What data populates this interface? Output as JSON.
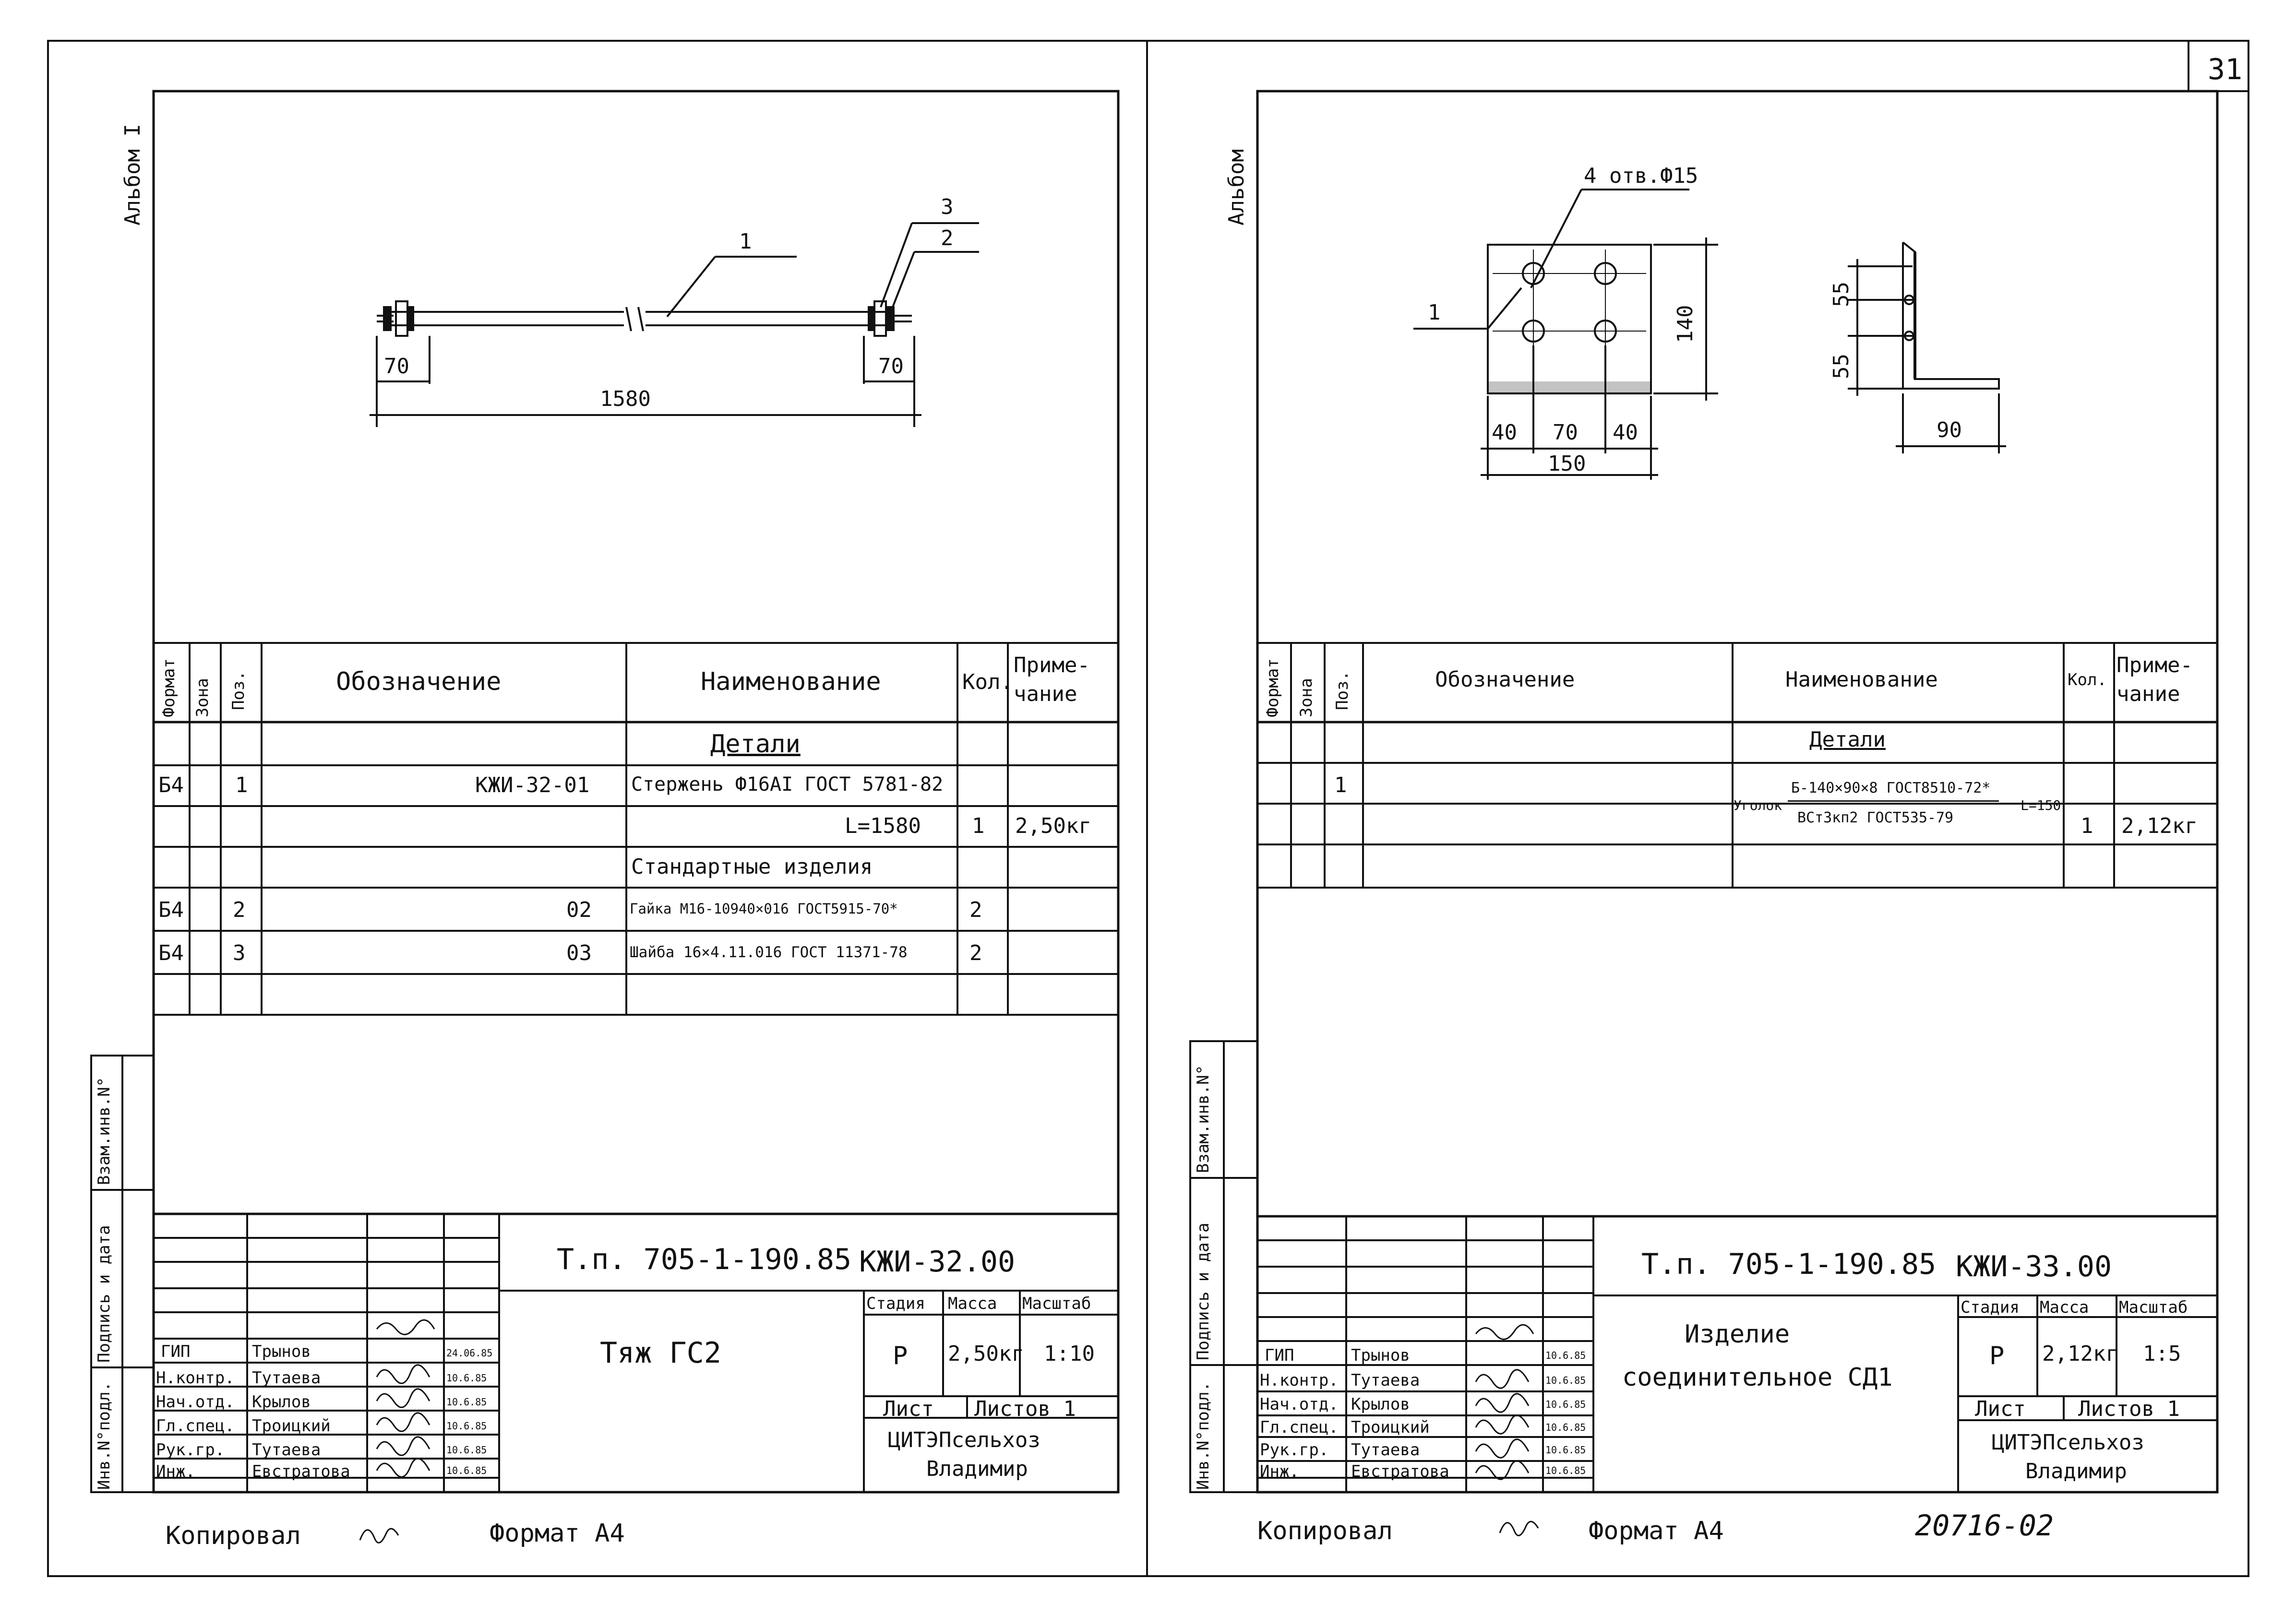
{
  "page_number": "31",
  "archive_number": "20716-02",
  "left": {
    "album_label": "Альбом I",
    "drawing": {
      "positions": [
        "1",
        "2",
        "3"
      ],
      "dims": {
        "left": "70",
        "right": "70",
        "total": "1580"
      }
    },
    "spec": {
      "headers": {
        "format": "Формат",
        "zone": "Зона",
        "pos": "Поз.",
        "designation": "Обозначение",
        "name": "Наименование",
        "qty": "Кол.",
        "note_1": "Приме-",
        "note_2": "чание"
      },
      "section_details": "Детали",
      "row1": {
        "format": "Б4",
        "pos": "1",
        "designation": "КЖИ-32-01",
        "name": "Стержень Ф16АI ГОСТ 5781-82"
      },
      "row1b": {
        "name": "L=1580",
        "qty": "1",
        "note": "2,50кг"
      },
      "section_std": "Стандартные изделия",
      "row2": {
        "format": "Б4",
        "pos": "2",
        "designation": "02",
        "name": "Гайка М16-10940×016 ГОСТ5915-70*",
        "qty": "2"
      },
      "row3": {
        "format": "Б4",
        "pos": "3",
        "designation": "03",
        "name": "Шайба 16×4.11.016 ГОСТ 11371-78",
        "qty": "2"
      }
    },
    "side_stamps": {
      "vzam": "Взам.инв.N°",
      "podpis": "Подпись и дата",
      "inv": "Инв.N°подл."
    },
    "title_block": {
      "code": "Т.п. 705-1-190.85",
      "doc": "КЖИ-32.00",
      "title": "Тяж ГС2",
      "stage_label": "Стадия",
      "mass_label": "Масса",
      "scale_label": "Масштаб",
      "stage": "Р",
      "mass": "2,50кг",
      "scale": "1:10",
      "sheet_label": "Лист",
      "sheets_label": "Листов 1",
      "org_1": "ЦИТЭПсельхоз",
      "org_2": "Владимир",
      "staff": [
        {
          "role": "ГИП",
          "name": "Трынов",
          "date": "24.06.85"
        },
        {
          "role": "Н.контр.",
          "name": "Тутаева",
          "date": "10.6.85"
        },
        {
          "role": "Нач.отд.",
          "name": "Крылов",
          "date": "10.6.85"
        },
        {
          "role": "Гл.спец.",
          "name": "Троицкий",
          "date": "10.6.85"
        },
        {
          "role": "Рук.гр.",
          "name": "Тутаева",
          "date": "10.6.85"
        },
        {
          "role": "Инж.",
          "name": "Евстратова",
          "date": "10.6.85"
        }
      ]
    },
    "footer": {
      "copied": "Копировал",
      "format": "Формат А4"
    }
  },
  "right": {
    "album_label": "Альбом",
    "drawing": {
      "holes_label": "4 отв.Ф15",
      "pos": "1",
      "dims": {
        "h": "140",
        "w1": "40",
        "w2": "70",
        "w3": "40",
        "w_total": "150",
        "a1": "55",
        "a2": "55",
        "a3": "90"
      }
    },
    "spec": {
      "headers": {
        "format": "Формат",
        "zone": "Зона",
        "pos": "Поз.",
        "designation": "Обозначение",
        "name": "Наименование",
        "qty": "Кол.",
        "note_1": "Приме-",
        "note_2": "чание"
      },
      "section_details": "Детали",
      "row1": {
        "pos": "1",
        "name_prefix": "Уголок",
        "name_top": "Б-140×90×8 ГОСТ8510-72*",
        "name_bottom": "ВСт3кп2 ГОСТ535-79",
        "name_suffix": "L=150",
        "qty": "1",
        "note": "2,12кг"
      }
    },
    "side_stamps": {
      "vzam": "Взам.инв.N°",
      "podpis": "Подпись и дата",
      "inv": "Инв.N°подл."
    },
    "title_block": {
      "code": "Т.п. 705-1-190.85",
      "doc": "КЖИ-33.00",
      "title_1": "Изделие",
      "title_2": "соединительное СД1",
      "stage_label": "Стадия",
      "mass_label": "Масса",
      "scale_label": "Масштаб",
      "stage": "Р",
      "mass": "2,12кг",
      "scale": "1:5",
      "sheet_label": "Лист",
      "sheets_label": "Листов 1",
      "org_1": "ЦИТЭПсельхоз",
      "org_2": "Владимир",
      "staff": [
        {
          "role": "ГИП",
          "name": "Трынов",
          "date": "10.6.85"
        },
        {
          "role": "Н.контр.",
          "name": "Тутаева",
          "date": "10.6.85"
        },
        {
          "role": "Нач.отд.",
          "name": "Крылов",
          "date": "10.6.85"
        },
        {
          "role": "Гл.спец.",
          "name": "Троицкий",
          "date": "10.6.85"
        },
        {
          "role": "Рук.гр.",
          "name": "Тутаева",
          "date": "10.6.85"
        },
        {
          "role": "Инж.",
          "name": "Евстратова",
          "date": "10.6.85"
        }
      ]
    },
    "footer": {
      "copied": "Копировал",
      "format": "Формат А4"
    }
  }
}
